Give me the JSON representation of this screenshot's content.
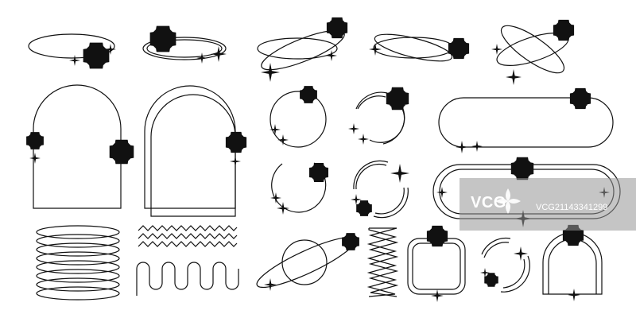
{
  "artwork": {
    "stroke_color": "#111111",
    "background_color": "#ffffff",
    "elements": [
      "oval-frame-with-sparkles",
      "double-oval-frame-with-sparkles",
      "crossed-oval-frame-with-sparkles",
      "arch-frame",
      "double-arch-frame",
      "circle-frame",
      "broken-circle-frame",
      "pill-frame",
      "double-pill-frame",
      "stacked-ellipses",
      "zigzag-lines",
      "wave-line",
      "planet-orbit",
      "vertical-zigzag",
      "rounded-square-frame",
      "small-arch-frame",
      "sparkle-icon"
    ]
  },
  "watermark": {
    "logo_text": "VCG",
    "id_text": "VCG21143341299",
    "color": "#ffffff",
    "block_color": "#969696"
  }
}
